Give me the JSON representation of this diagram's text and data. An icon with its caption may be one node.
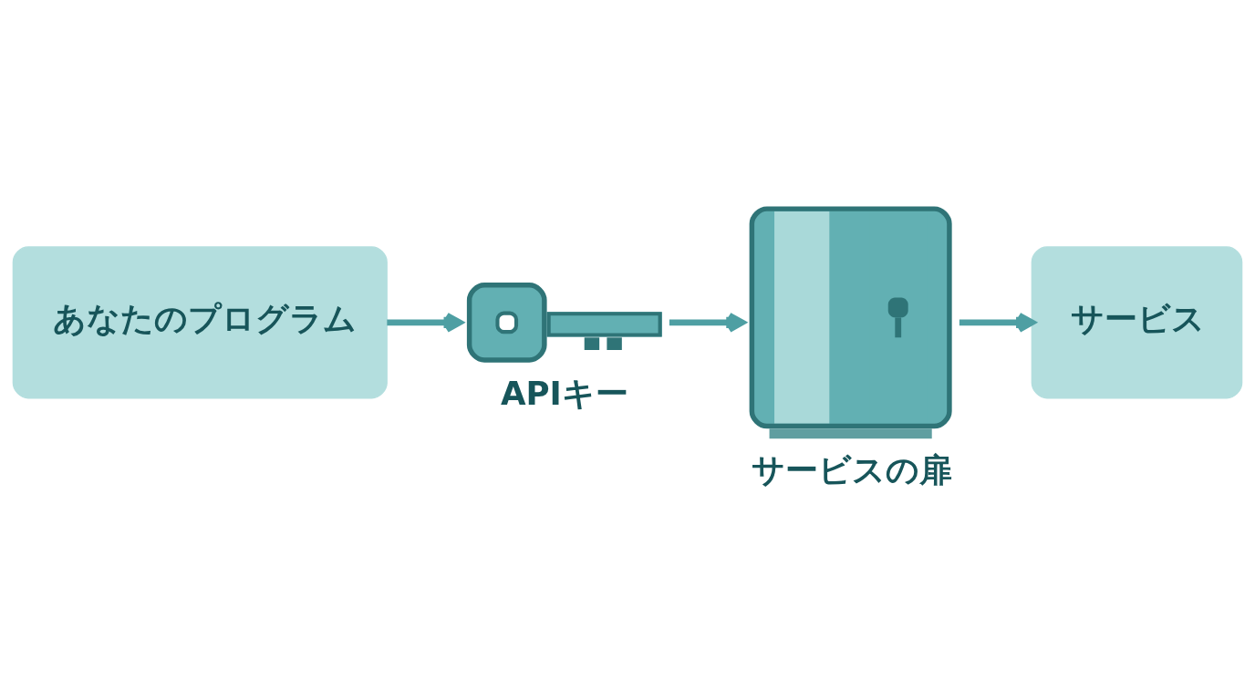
{
  "diagram": {
    "nodes": [
      {
        "text": [
          "あなたのプログラム"
        ]
      },
      {
        "text": [],
        "shape": "picture",
        "beside": [
          "APIキー"
        ]
      },
      {
        "text": [],
        "shape": "picture",
        "beside": [
          "サービスの扉"
        ]
      },
      {
        "text": [
          "サービス"
        ]
      }
    ],
    "edges": [
      {
        "from": 0,
        "to": 1,
        "arrow": "to"
      },
      {
        "from": 1,
        "to": 2,
        "arrow": "to"
      },
      {
        "from": 2,
        "to": 3,
        "arrow": "to"
      }
    ]
  }
}
